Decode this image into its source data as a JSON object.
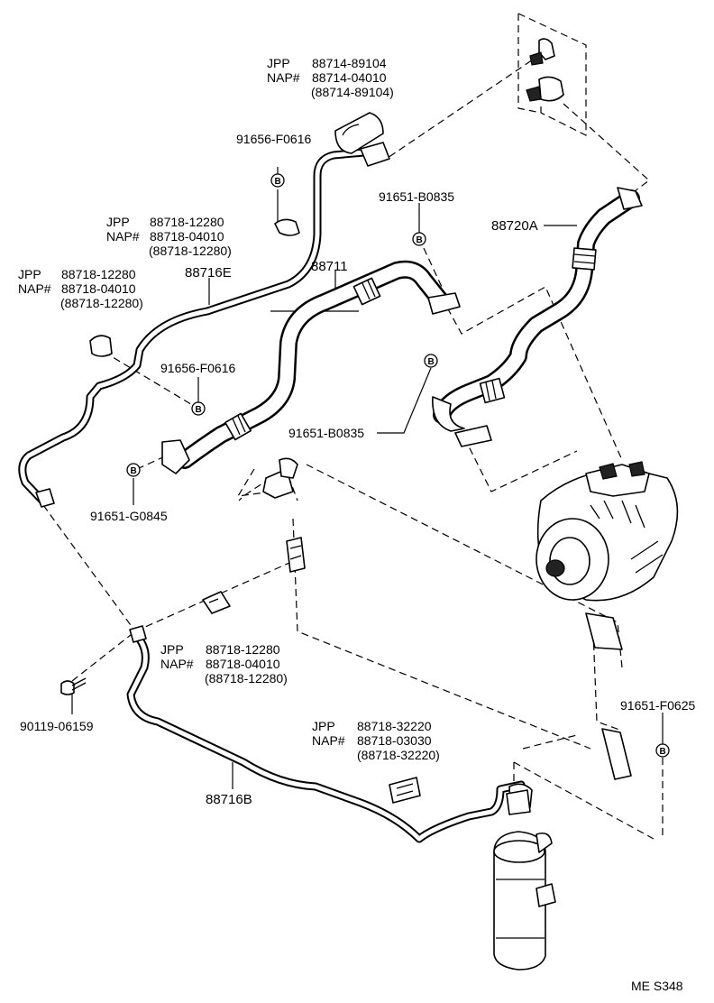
{
  "labels": {
    "top_jpp_prefix": "JPP",
    "top_jpp_num": "88714-89104",
    "top_nap_prefix": "NAP#",
    "top_nap_num": "88714-04010",
    "top_paren": "(88714-89104)",
    "p_91656_f0616_top": "91656-F0616",
    "clamp1_jpp_prefix": "JPP",
    "clamp1_jpp_num": "88718-12280",
    "clamp1_nap_prefix": "NAP#",
    "clamp1_nap_num": "88718-04010",
    "clamp1_paren": "(88718-12280)",
    "p_91651_b0835_top": "91651-B0835",
    "p_88720a": "88720A",
    "clamp2_jpp_prefix": "JPP",
    "clamp2_jpp_num": "88718-12280",
    "clamp2_nap_prefix": "NAP#",
    "clamp2_nap_num": "88718-04010",
    "clamp2_paren": "(88718-12280)",
    "p_88716e": "88716E",
    "p_88711": "88711",
    "p_91656_f0616_mid": "91656-F0616",
    "p_91651_b0835_mid": "91651-B0835",
    "p_91651_g0845": "91651-G0845",
    "clamp3_jpp_prefix": "JPP",
    "clamp3_jpp_num": "88718-12280",
    "clamp3_nap_prefix": "NAP#",
    "clamp3_nap_num": "88718-04010",
    "clamp3_paren": "(88718-12280)",
    "p_90119_06159": "90119-06159",
    "p_91651_f0625": "91651-F0625",
    "clamp4_jpp_prefix": "JPP",
    "clamp4_jpp_num": "88718-32220",
    "clamp4_nap_prefix": "NAP#",
    "clamp4_nap_num": "88718-03030",
    "clamp4_paren": "(88718-32220)",
    "p_88716b": "88716B",
    "footer_code": "ME  S348",
    "bolt_marker": "B"
  }
}
